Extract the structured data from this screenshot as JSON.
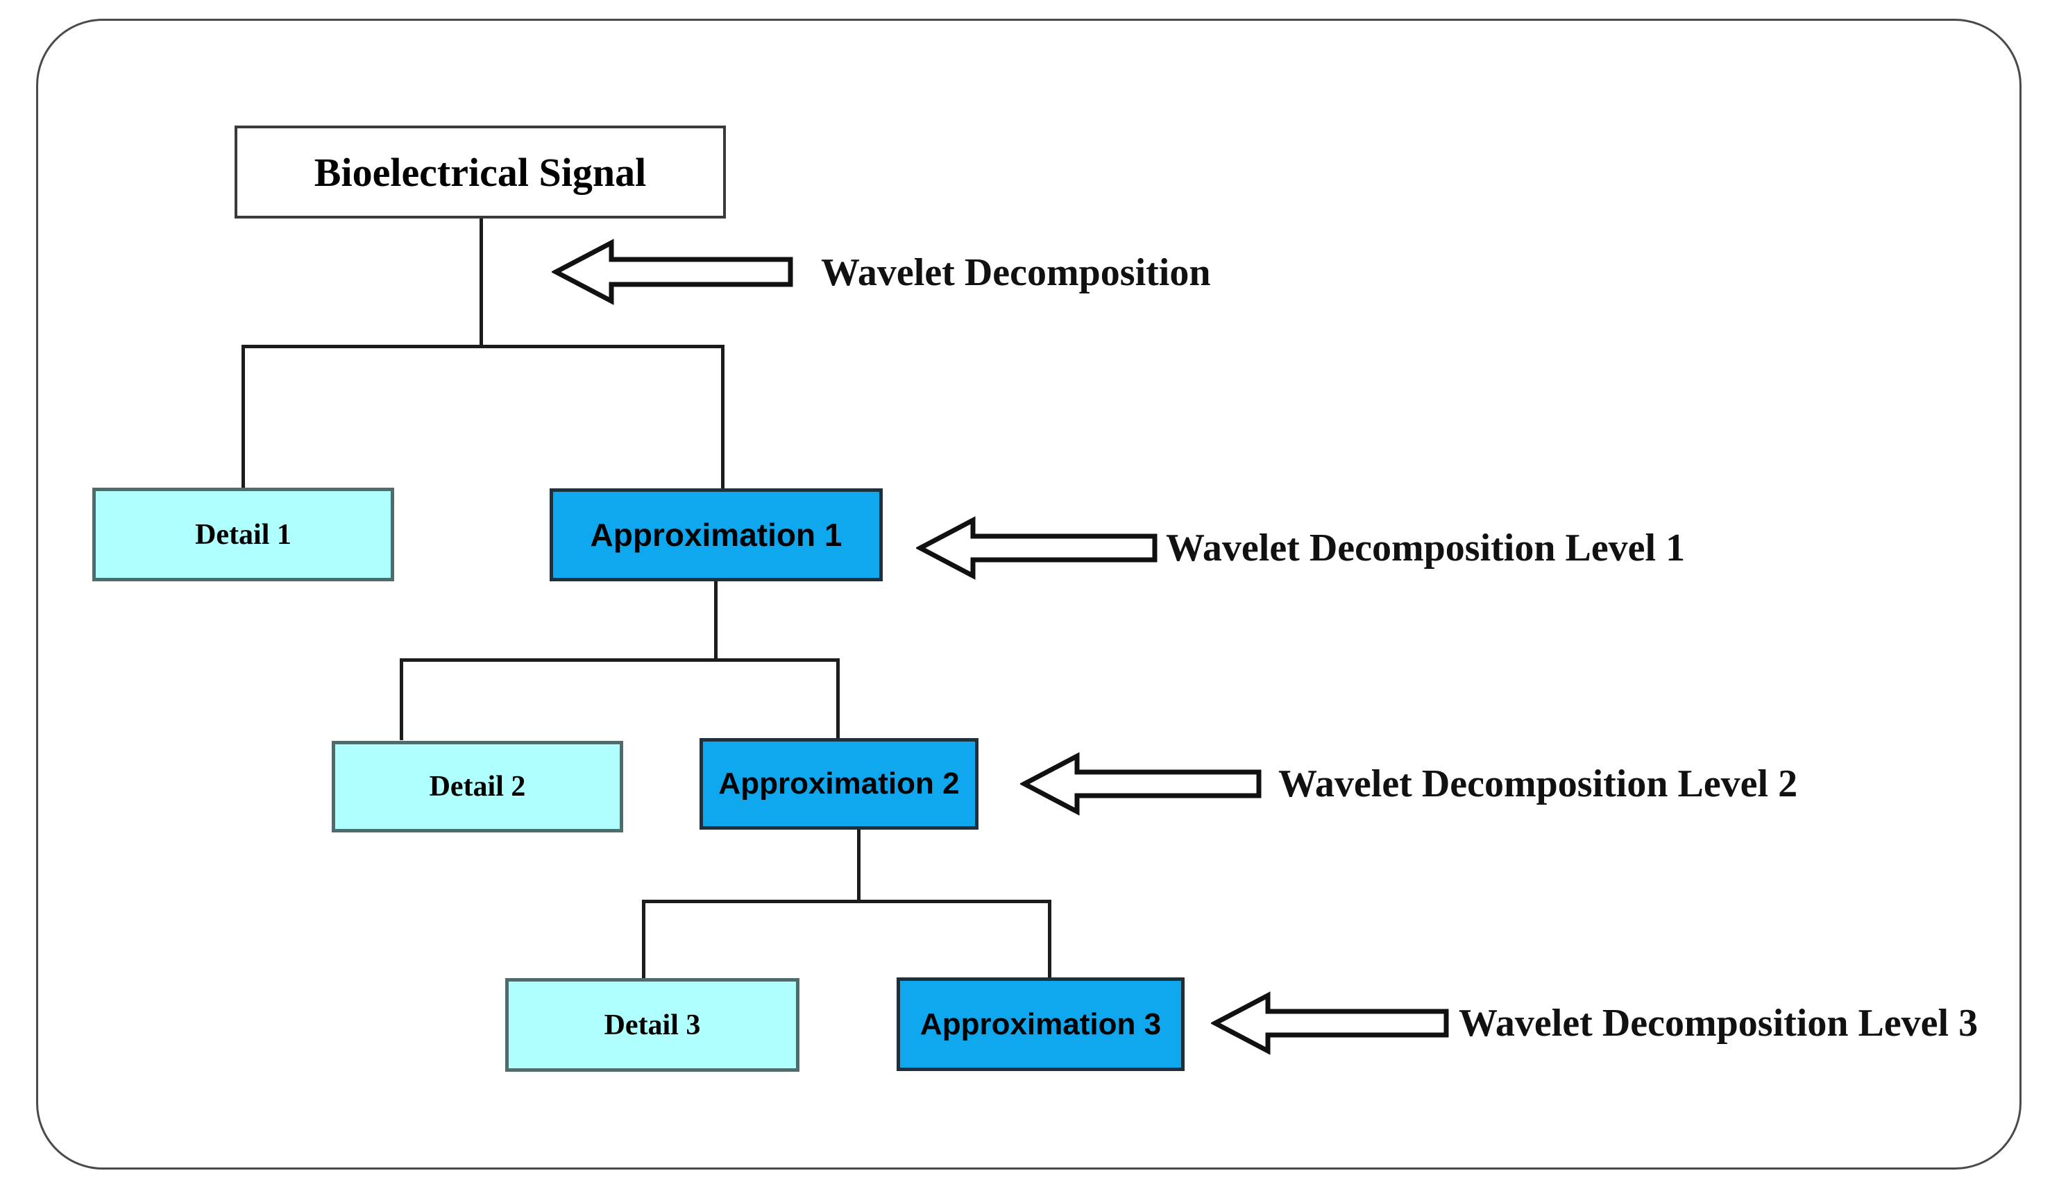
{
  "diagram": {
    "title_text": "Bioelectrical Signal",
    "frame": {
      "name": "rounded-border-frame"
    },
    "colors": {
      "approximation_fill": "#0FA8EF",
      "detail_fill": "#AFFFFF",
      "root_fill": "#FFFFFF",
      "line": "#1C1C1C",
      "frame_border": "#4A4A4A",
      "detail_border": "#4F6B6B",
      "approximation_border": "#20303A"
    },
    "nodes": [
      {
        "id": "root",
        "label": "Bioelectrical Signal",
        "kind": "root"
      },
      {
        "id": "detail1",
        "label": "Detail 1",
        "kind": "detail"
      },
      {
        "id": "approx1",
        "label": "Approximation 1",
        "kind": "approximation"
      },
      {
        "id": "detail2",
        "label": "Detail 2",
        "kind": "detail"
      },
      {
        "id": "approx2",
        "label": "Approximation 2",
        "kind": "approximation"
      },
      {
        "id": "detail3",
        "label": "Detail 3",
        "kind": "detail"
      },
      {
        "id": "approx3",
        "label": "Approximation 3",
        "kind": "approximation"
      }
    ],
    "callouts": [
      {
        "id": "callout0",
        "label": "Wavelet Decomposition",
        "points_to": "root"
      },
      {
        "id": "callout1",
        "label": "Wavelet Decomposition Level 1",
        "points_to": "approx1"
      },
      {
        "id": "callout2",
        "label": "Wavelet Decomposition Level 2",
        "points_to": "approx2"
      },
      {
        "id": "callout3",
        "label": "Wavelet Decomposition Level 3",
        "points_to": "approx3"
      }
    ],
    "icons": {
      "arrow": "left-block-arrow-icon"
    }
  }
}
